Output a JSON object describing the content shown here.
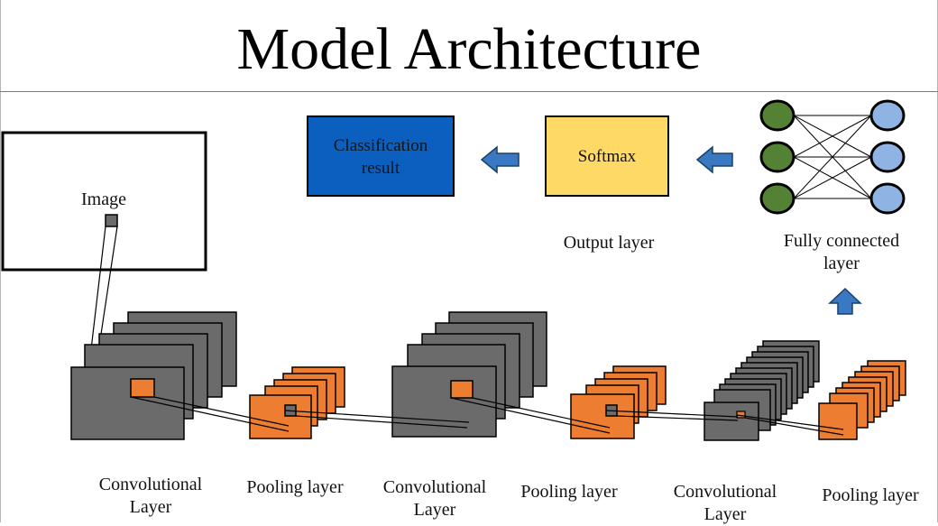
{
  "title": "Model Architecture",
  "image_label": "Image",
  "classification_result": [
    "Classification",
    "result"
  ],
  "softmax": "Softmax",
  "output_layer": "Output layer",
  "fully_connected": [
    "Fully connected",
    "layer"
  ],
  "stages": [
    {
      "line1": "Convolutional",
      "line2": "Layer"
    },
    {
      "line1": "Pooling layer",
      "line2": ""
    },
    {
      "line1": "Convolutional",
      "line2": "Layer"
    },
    {
      "line1": "Pooling layer",
      "line2": ""
    },
    {
      "line1": "Convolutional",
      "line2": "Layer"
    },
    {
      "line1": "Pooling layer",
      "line2": ""
    }
  ],
  "colors": {
    "conv_gray": "#6b6b6b",
    "pool_orange": "#ed7d31",
    "classification_blue": "#0a5fbf",
    "softmax_yellow": "#ffd966",
    "arrow_blue": "#3a78c2",
    "node_green": "#548235",
    "node_blue": "#8fb4e3"
  }
}
